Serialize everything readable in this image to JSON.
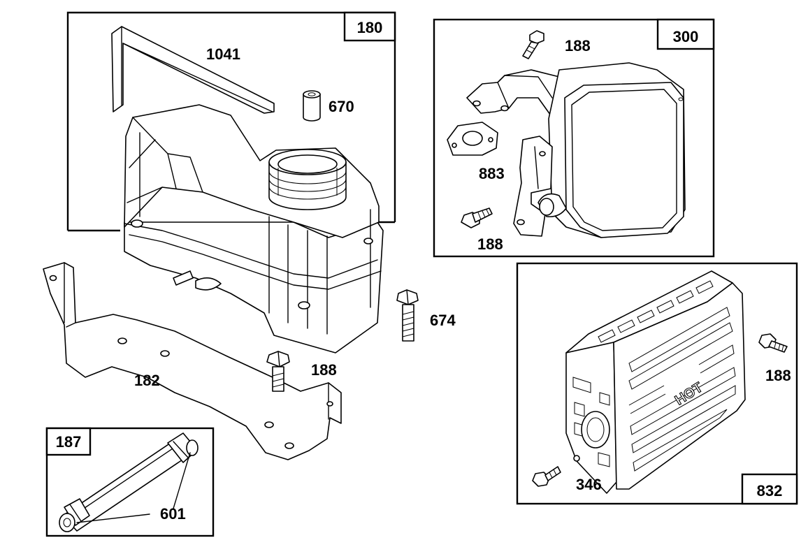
{
  "groups": {
    "g180": "180",
    "g300": "300",
    "g187": "187",
    "g832": "832"
  },
  "parts": {
    "p1041": "1041",
    "p670": "670",
    "p674": "674",
    "p182": "182",
    "p188_tank": "188",
    "p188_top": "188",
    "p883": "883",
    "p188_bottom": "188",
    "p188_guard": "188",
    "p346": "346",
    "p601": "601"
  },
  "guard_text": "HOT"
}
